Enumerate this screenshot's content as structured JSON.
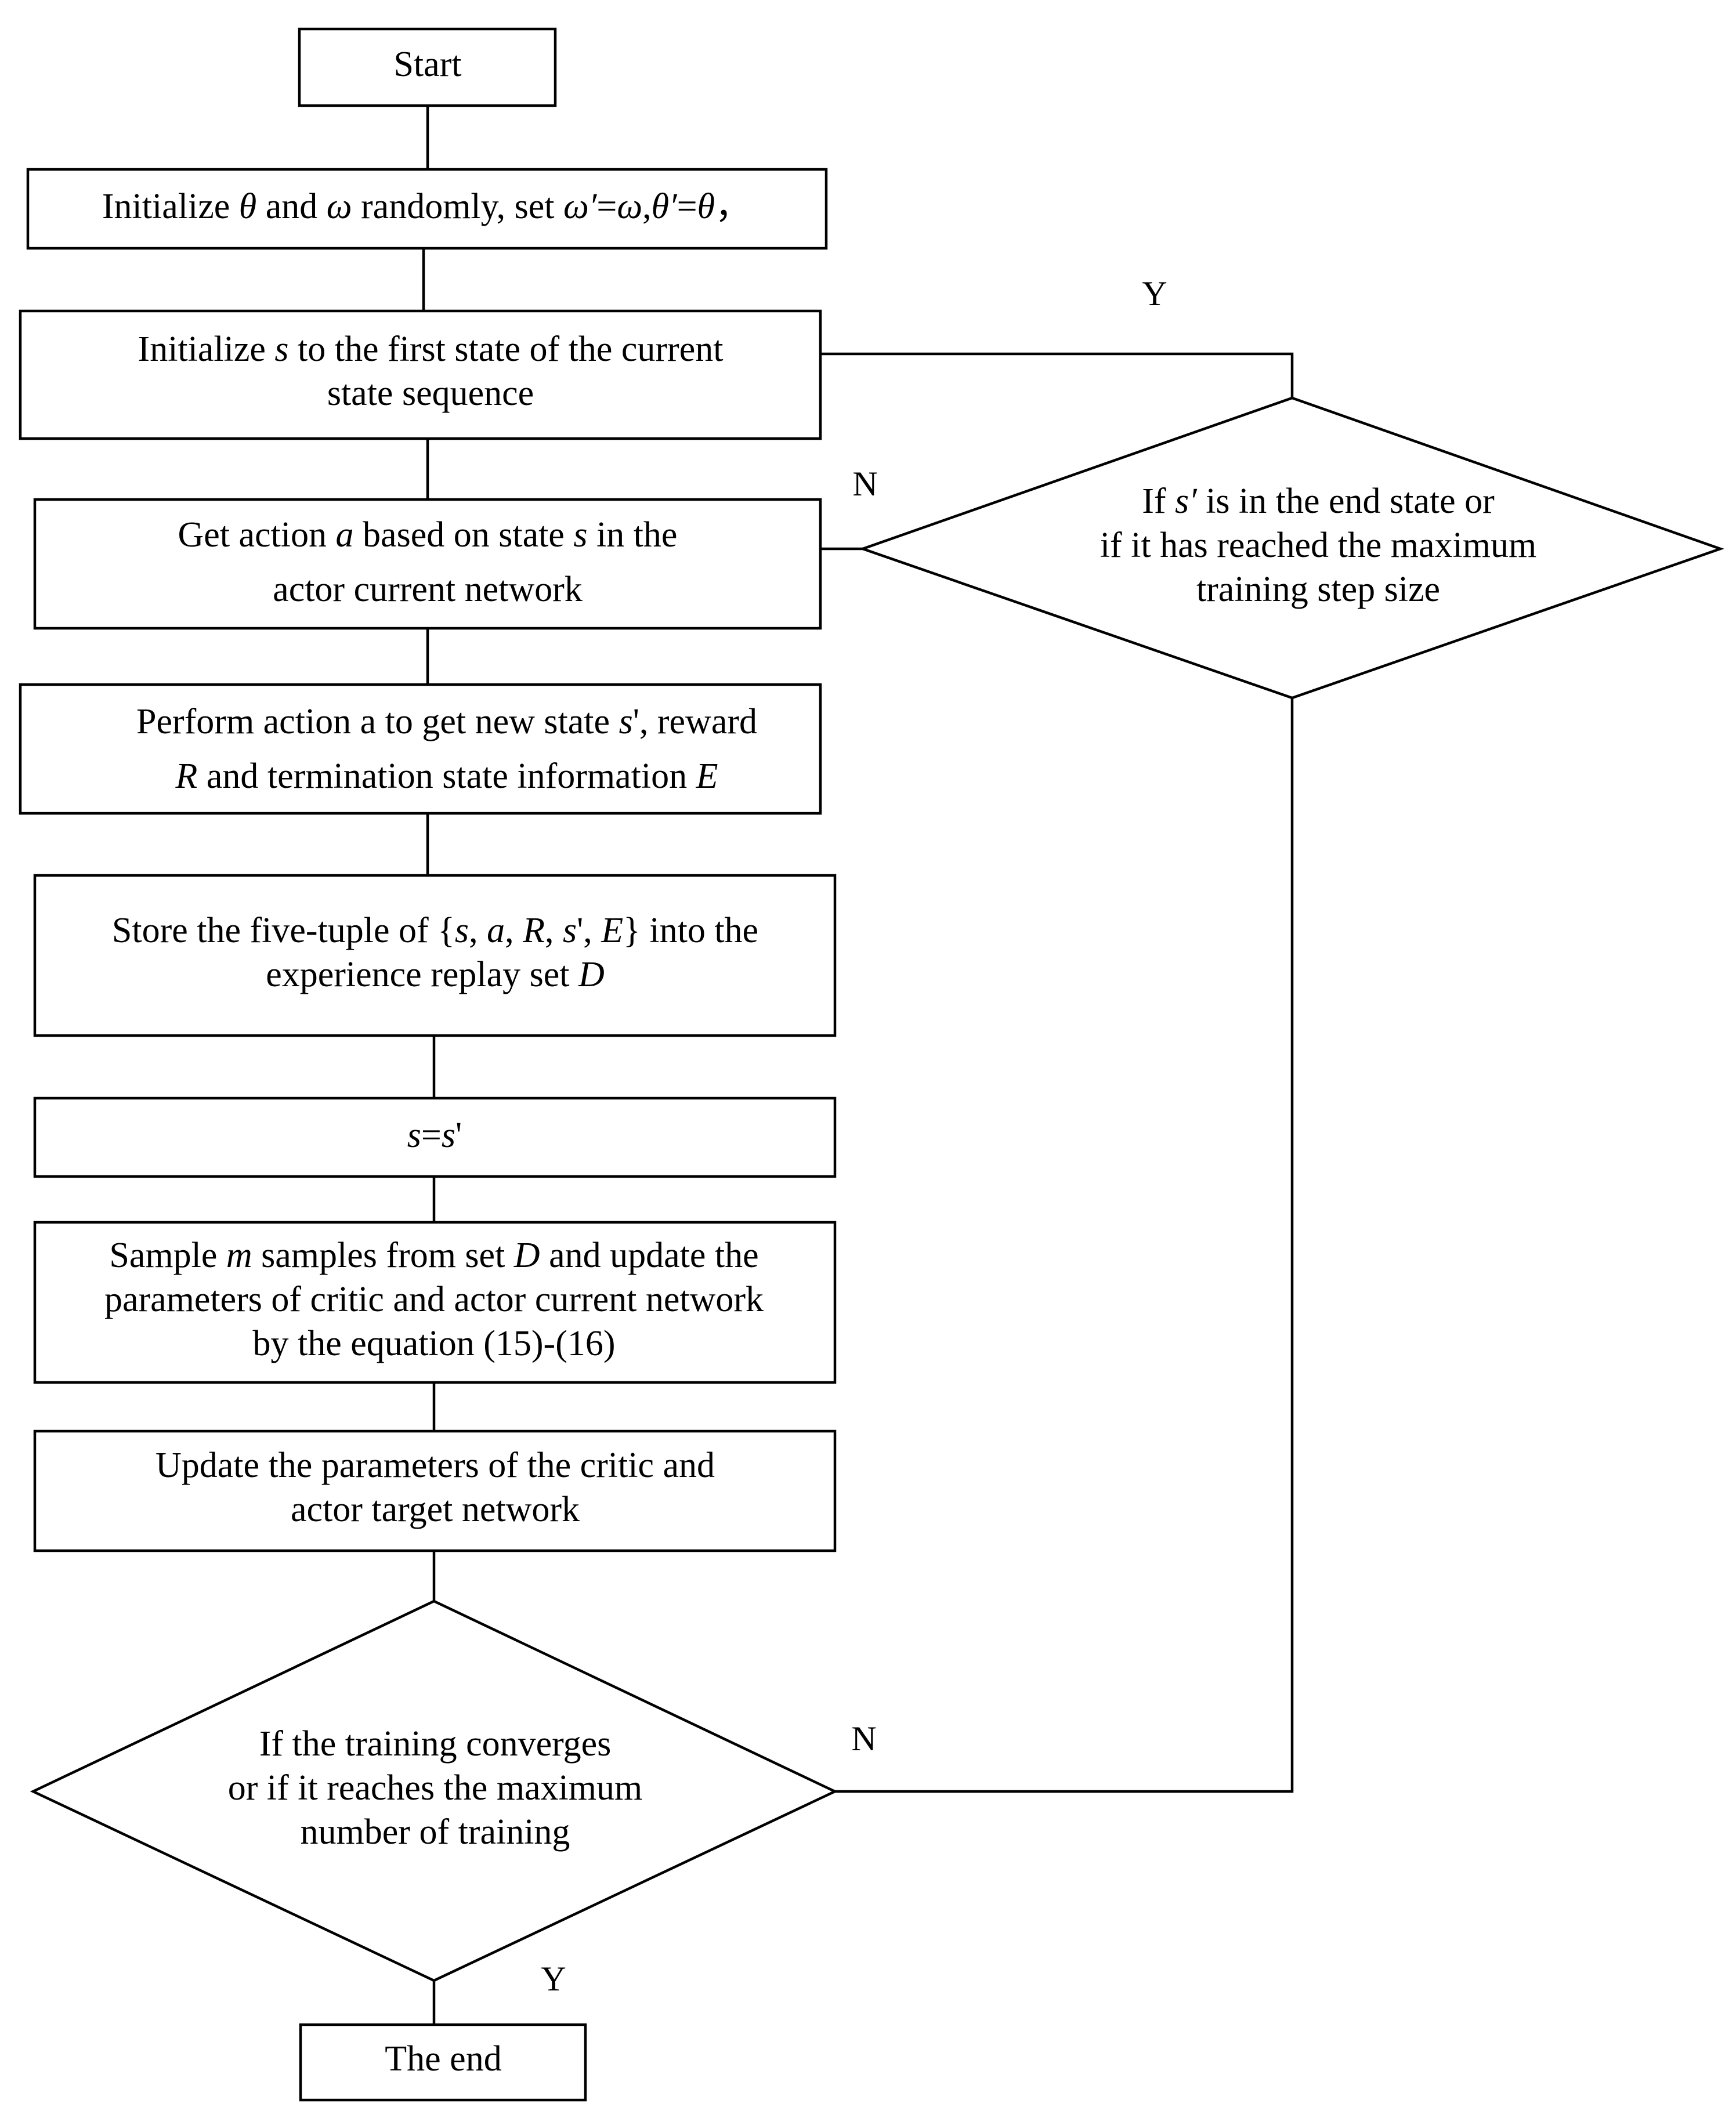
{
  "nodes": {
    "start": {
      "lines": [
        [
          {
            "t": "Start"
          }
        ]
      ]
    },
    "init_params": {
      "lines": [
        [
          {
            "t": "Initialize "
          },
          {
            "t": "θ",
            "i": true
          },
          {
            "t": " and "
          },
          {
            "t": "ω",
            "i": true
          },
          {
            "t": " randomly, set "
          },
          {
            "t": "ω′",
            "i": true
          },
          {
            "t": "="
          },
          {
            "t": "ω",
            "i": true
          },
          {
            "t": ","
          },
          {
            "t": "θ′",
            "i": true
          },
          {
            "t": "="
          },
          {
            "t": "θ",
            "i": true
          },
          {
            "t": "，"
          }
        ]
      ]
    },
    "init_state": {
      "lines": [
        [
          {
            "t": "Initialize "
          },
          {
            "t": "s",
            "i": true
          },
          {
            "t": " to the first state of the current"
          }
        ],
        [
          {
            "t": "state sequence"
          }
        ]
      ]
    },
    "get_action": {
      "lines": [
        [
          {
            "t": "Get action "
          },
          {
            "t": "a",
            "i": true
          },
          {
            "t": " based on state "
          },
          {
            "t": "s",
            "i": true
          },
          {
            "t": " in the"
          }
        ],
        [
          {
            "t": "actor current network"
          }
        ]
      ]
    },
    "perform_action": {
      "lines": [
        [
          {
            "t": "Perform action a to get new state "
          },
          {
            "t": "s",
            "i": true
          },
          {
            "t": "', reward"
          }
        ],
        [
          {
            "t": "R",
            "i": true
          },
          {
            "t": " and termination state information "
          },
          {
            "t": "E",
            "i": true
          }
        ]
      ]
    },
    "store_tuple": {
      "lines": [
        [
          {
            "t": "Store the five-tuple of {"
          },
          {
            "t": "s",
            "i": true
          },
          {
            "t": ", "
          },
          {
            "t": "a",
            "i": true
          },
          {
            "t": ", "
          },
          {
            "t": "R",
            "i": true
          },
          {
            "t": ", "
          },
          {
            "t": "s",
            "i": true
          },
          {
            "t": "', "
          },
          {
            "t": "E",
            "i": true
          },
          {
            "t": "} into the"
          }
        ],
        [
          {
            "t": "experience replay set "
          },
          {
            "t": "D",
            "i": true
          }
        ]
      ]
    },
    "assign_state": {
      "lines": [
        [
          {
            "t": "s",
            "i": true
          },
          {
            "t": "="
          },
          {
            "t": "s",
            "i": true
          },
          {
            "t": "'"
          }
        ]
      ]
    },
    "sample_update": {
      "lines": [
        [
          {
            "t": "Sample "
          },
          {
            "t": "m",
            "i": true
          },
          {
            "t": " samples from set "
          },
          {
            "t": "D",
            "i": true
          },
          {
            "t": " and update the"
          }
        ],
        [
          {
            "t": "parameters of critic and actor current network"
          }
        ],
        [
          {
            "t": "by the equation (15)-(16)"
          }
        ]
      ]
    },
    "update_target": {
      "lines": [
        [
          {
            "t": "Update the parameters of the critic and"
          }
        ],
        [
          {
            "t": "actor target network"
          }
        ]
      ]
    },
    "check_converge": {
      "lines": [
        [
          {
            "t": "If the training converges"
          }
        ],
        [
          {
            "t": "or if it reaches the maximum"
          }
        ],
        [
          {
            "t": "number of training"
          }
        ]
      ]
    },
    "check_end_state": {
      "lines": [
        [
          {
            "t": "If "
          },
          {
            "t": "s′",
            "i": true
          },
          {
            "t": " is in the end state or"
          }
        ],
        [
          {
            "t": "if it has reached the maximum"
          }
        ],
        [
          {
            "t": "training step size"
          }
        ]
      ]
    },
    "end": {
      "lines": [
        [
          {
            "t": "The end"
          }
        ]
      ]
    }
  },
  "edge_labels": {
    "end_state_yes": "Y",
    "end_state_no": "N",
    "converge_no": "N",
    "converge_yes": "Y"
  }
}
